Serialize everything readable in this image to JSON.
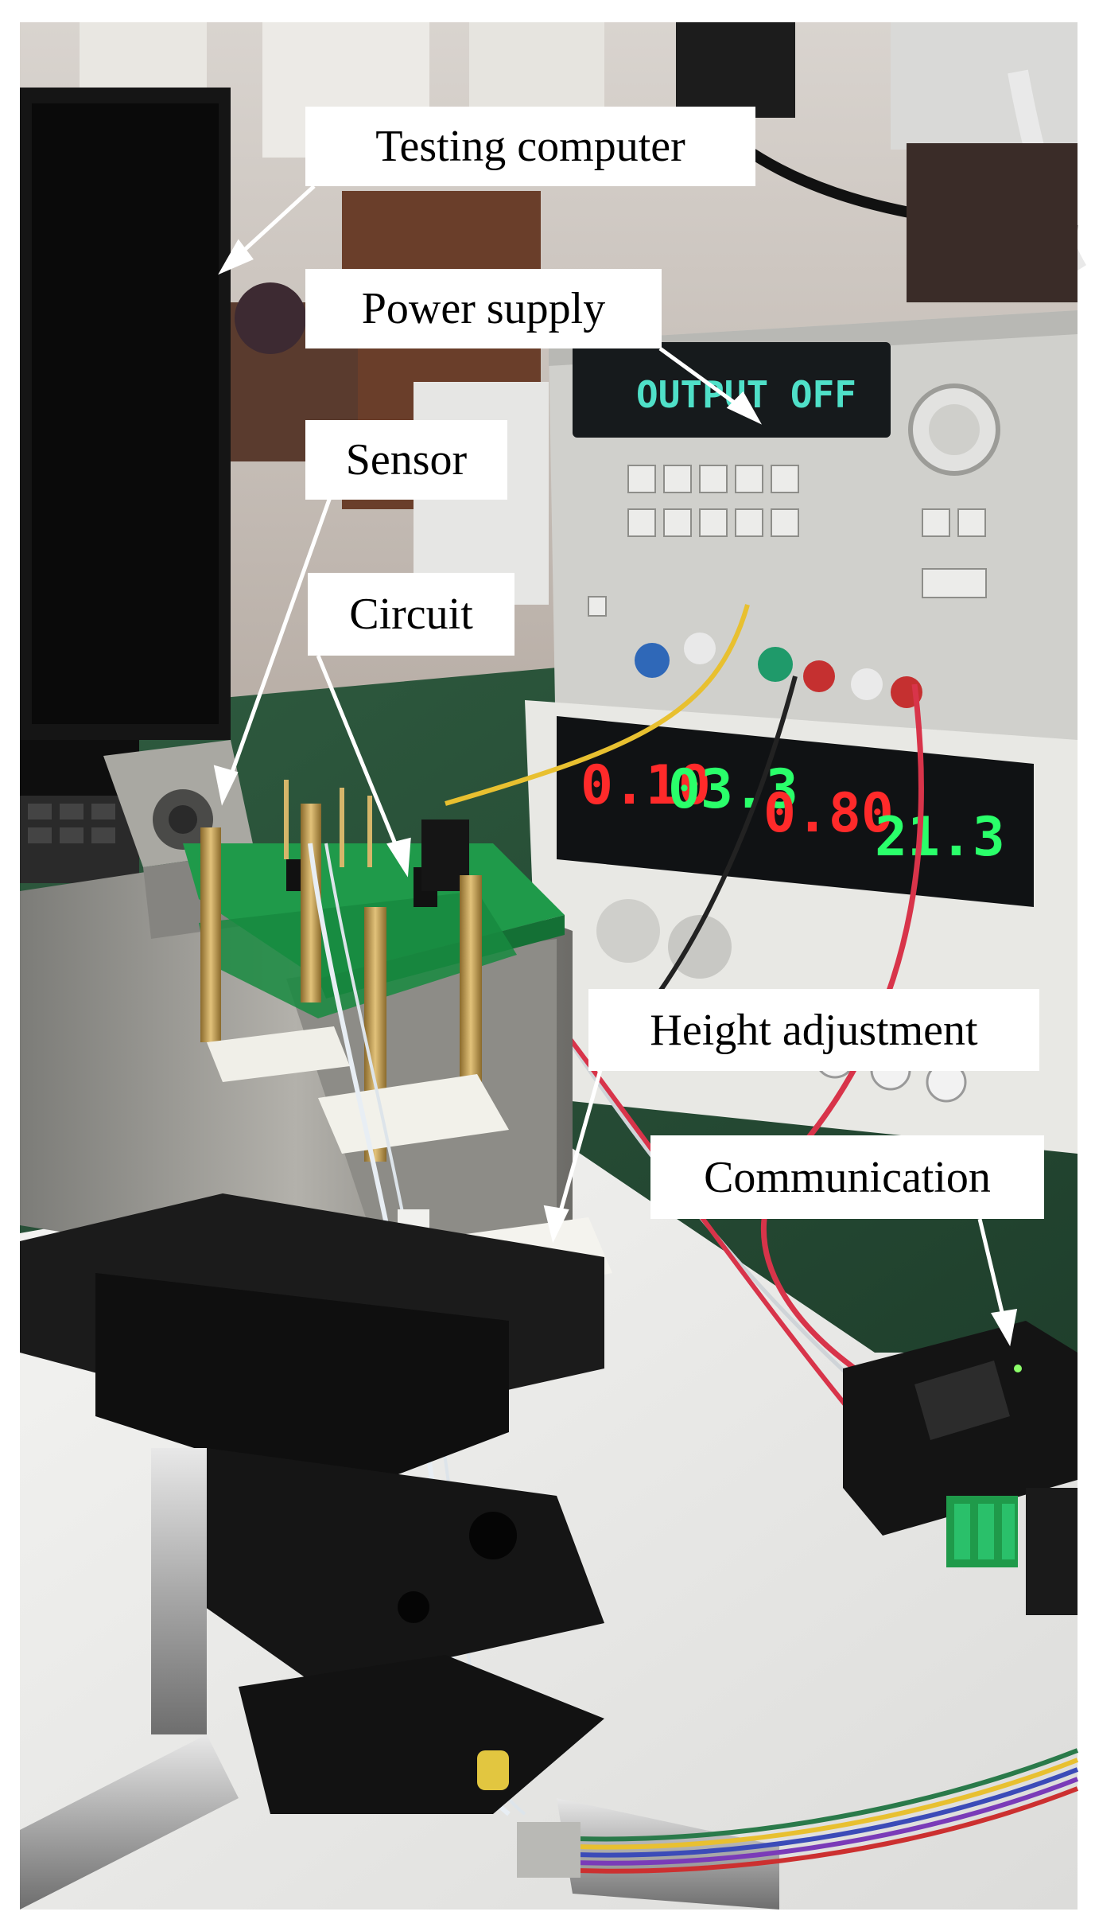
{
  "labels": {
    "testing_computer": "Testing computer",
    "power_supply": "Power supply",
    "sensor": "Sensor",
    "circuit": "Circuit",
    "height_adjustment": "Height adjustment",
    "communication": "Communication"
  },
  "instruments": {
    "supply_display": "OUTPUT OFF",
    "meter_readings": [
      "0.10",
      "03.3",
      "0.80",
      "21.3"
    ]
  },
  "colors": {
    "bench_green": "#2e5a3e",
    "pcb_green": "#1f9a4a",
    "panel_gray": "#d6d6d2",
    "display_cyan": "#4fe0c8",
    "led_red": "#ff2a2a",
    "led_green": "#2aff6a"
  }
}
